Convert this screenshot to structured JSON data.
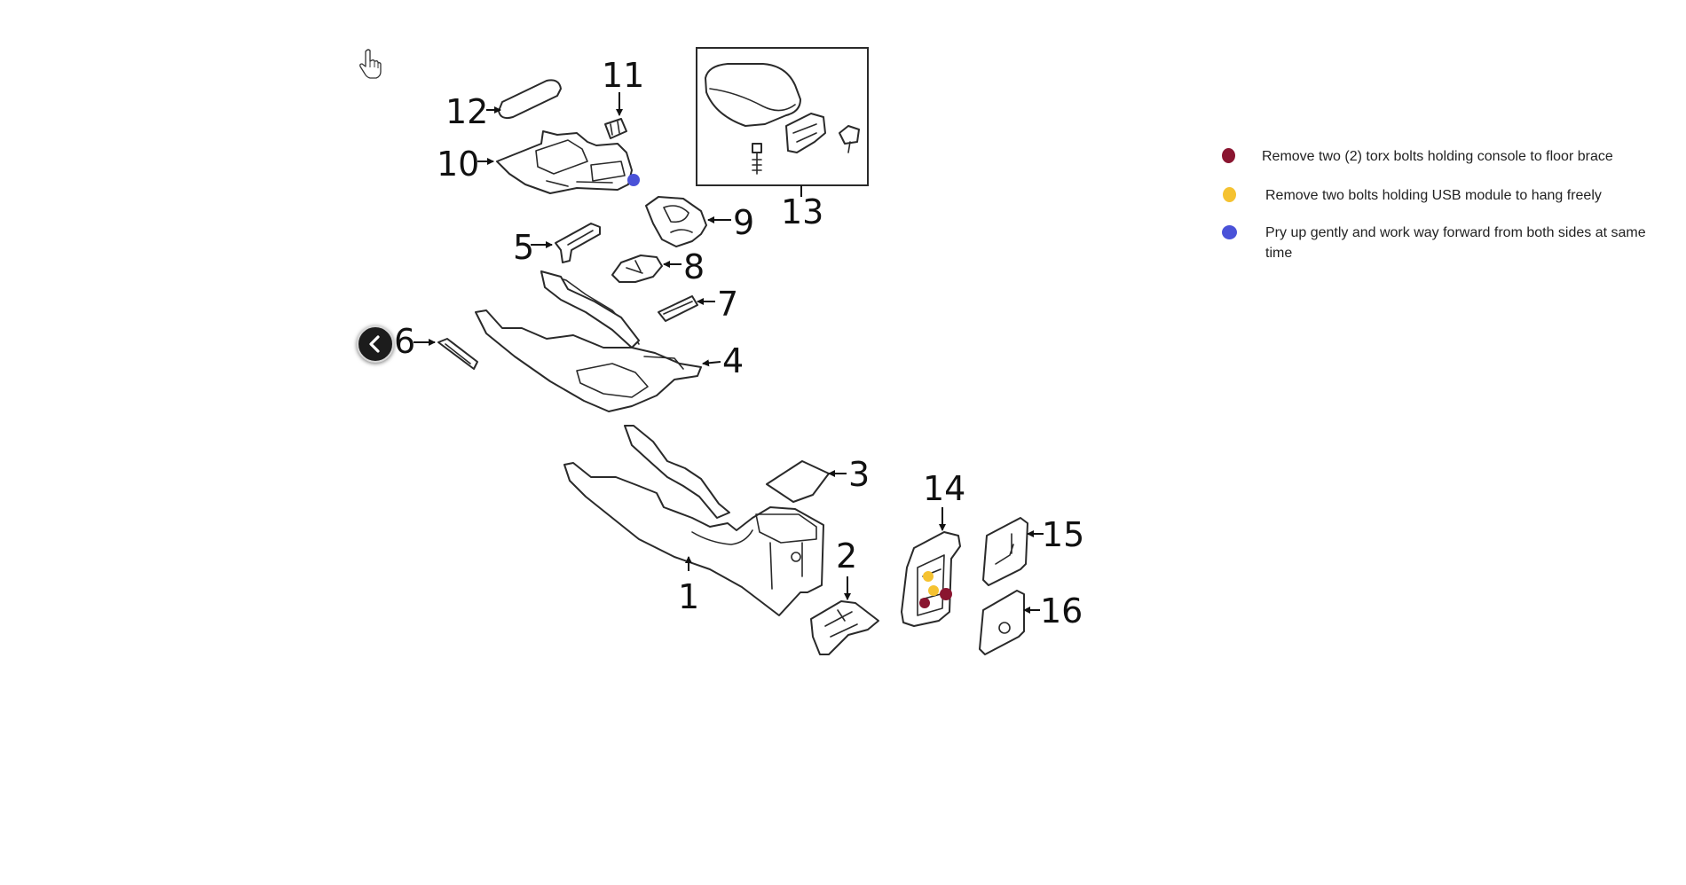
{
  "callouts": {
    "c1": "1",
    "c2": "2",
    "c3": "3",
    "c4": "4",
    "c5": "5",
    "c6": "6",
    "c7": "7",
    "c8": "8",
    "c9": "9",
    "c10": "10",
    "c11": "11",
    "c12": "12",
    "c13": "13",
    "c14": "14",
    "c15": "15",
    "c16": "16"
  },
  "legend": {
    "items": [
      {
        "color": "#8a1530",
        "text": "Remove two (2) torx bolts holding console to floor brace"
      },
      {
        "color": "#f5c230",
        "text": "Remove two bolts holding USB module to hang freely"
      },
      {
        "color": "#4a52d8",
        "text": "Pry up gently and work way forward from both sides at same time"
      }
    ]
  },
  "markers": {
    "torx_bolt_color": "#8a1530",
    "usb_bolt_color": "#f5c230",
    "pry_point_color": "#4a52d8"
  },
  "icons": {
    "back_button": "chevron-left-icon",
    "cursor": "hand-pointer-icon"
  }
}
